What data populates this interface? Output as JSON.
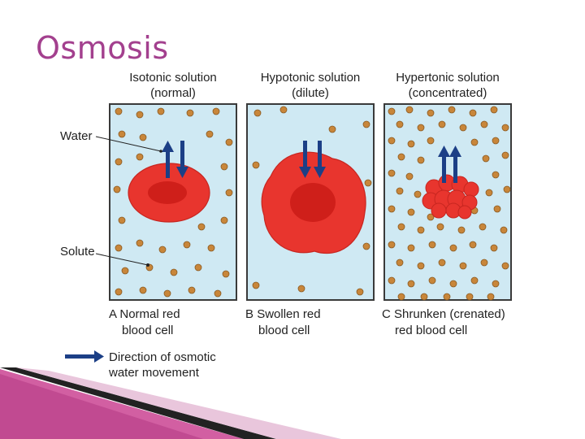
{
  "title": "Osmosis",
  "labels": {
    "water": "Water",
    "solute": "Solute"
  },
  "panels": [
    {
      "header_line1": "Isotonic solution",
      "header_line2": "(normal)",
      "caption_letter": "A",
      "caption_line1": "Normal red",
      "caption_line2": "blood cell"
    },
    {
      "header_line1": "Hypotonic solution",
      "header_line2": "(dilute)",
      "caption_letter": "B",
      "caption_line1": "Swollen red",
      "caption_line2": "blood cell"
    },
    {
      "header_line1": "Hypertonic solution",
      "header_line2": "(concentrated)",
      "caption_letter": "C",
      "caption_line1": "Shrunken (crenated)",
      "caption_line2": "red blood cell"
    }
  ],
  "legend": {
    "line1": "Direction of osmotic",
    "line2": "water movement"
  },
  "colors": {
    "title": "#a3408e",
    "solution": "#cfe9f3",
    "cell": "#e8352e",
    "cell_center": "#cf1f1a",
    "solute": "#c8863a",
    "arrow": "#1c3f86"
  }
}
